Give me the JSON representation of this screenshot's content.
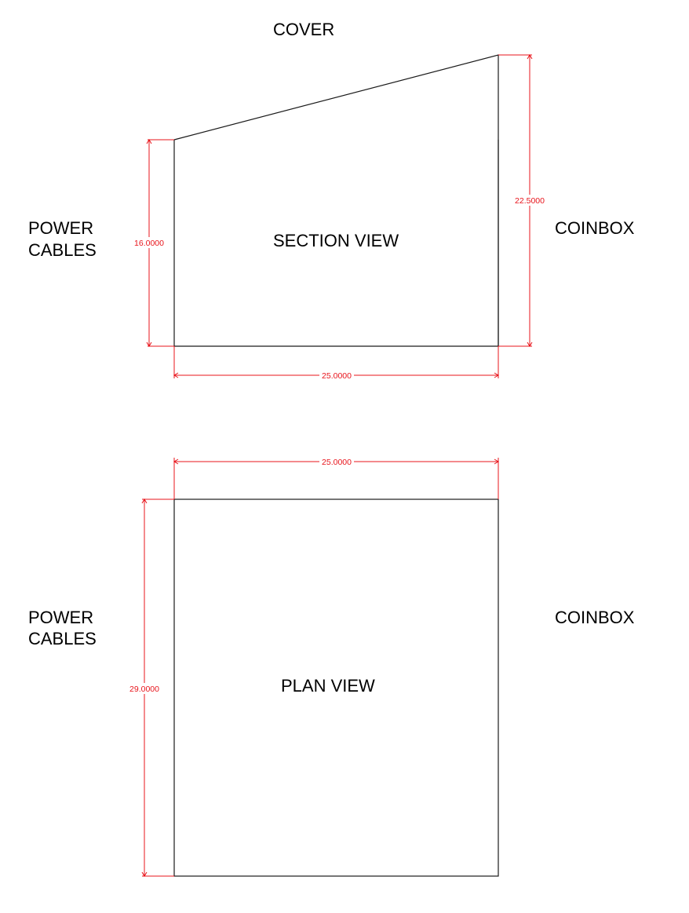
{
  "colors": {
    "outline": "#1a1a1a",
    "dimension": "#e8141b",
    "label": "#000000",
    "background": "#ffffff"
  },
  "section_view": {
    "title": "SECTION VIEW",
    "top_label": "COVER",
    "left_label_line1": "POWER",
    "left_label_line2": "CABLES",
    "right_label": "COINBOX",
    "dim_left": "16.0000",
    "dim_right": "22.5000",
    "dim_bottom": "25.0000"
  },
  "plan_view": {
    "title": "PLAN VIEW",
    "left_label_line1": "POWER",
    "left_label_line2": "CABLES",
    "right_label": "COINBOX",
    "dim_top": "25.0000",
    "dim_left": "29.0000"
  }
}
